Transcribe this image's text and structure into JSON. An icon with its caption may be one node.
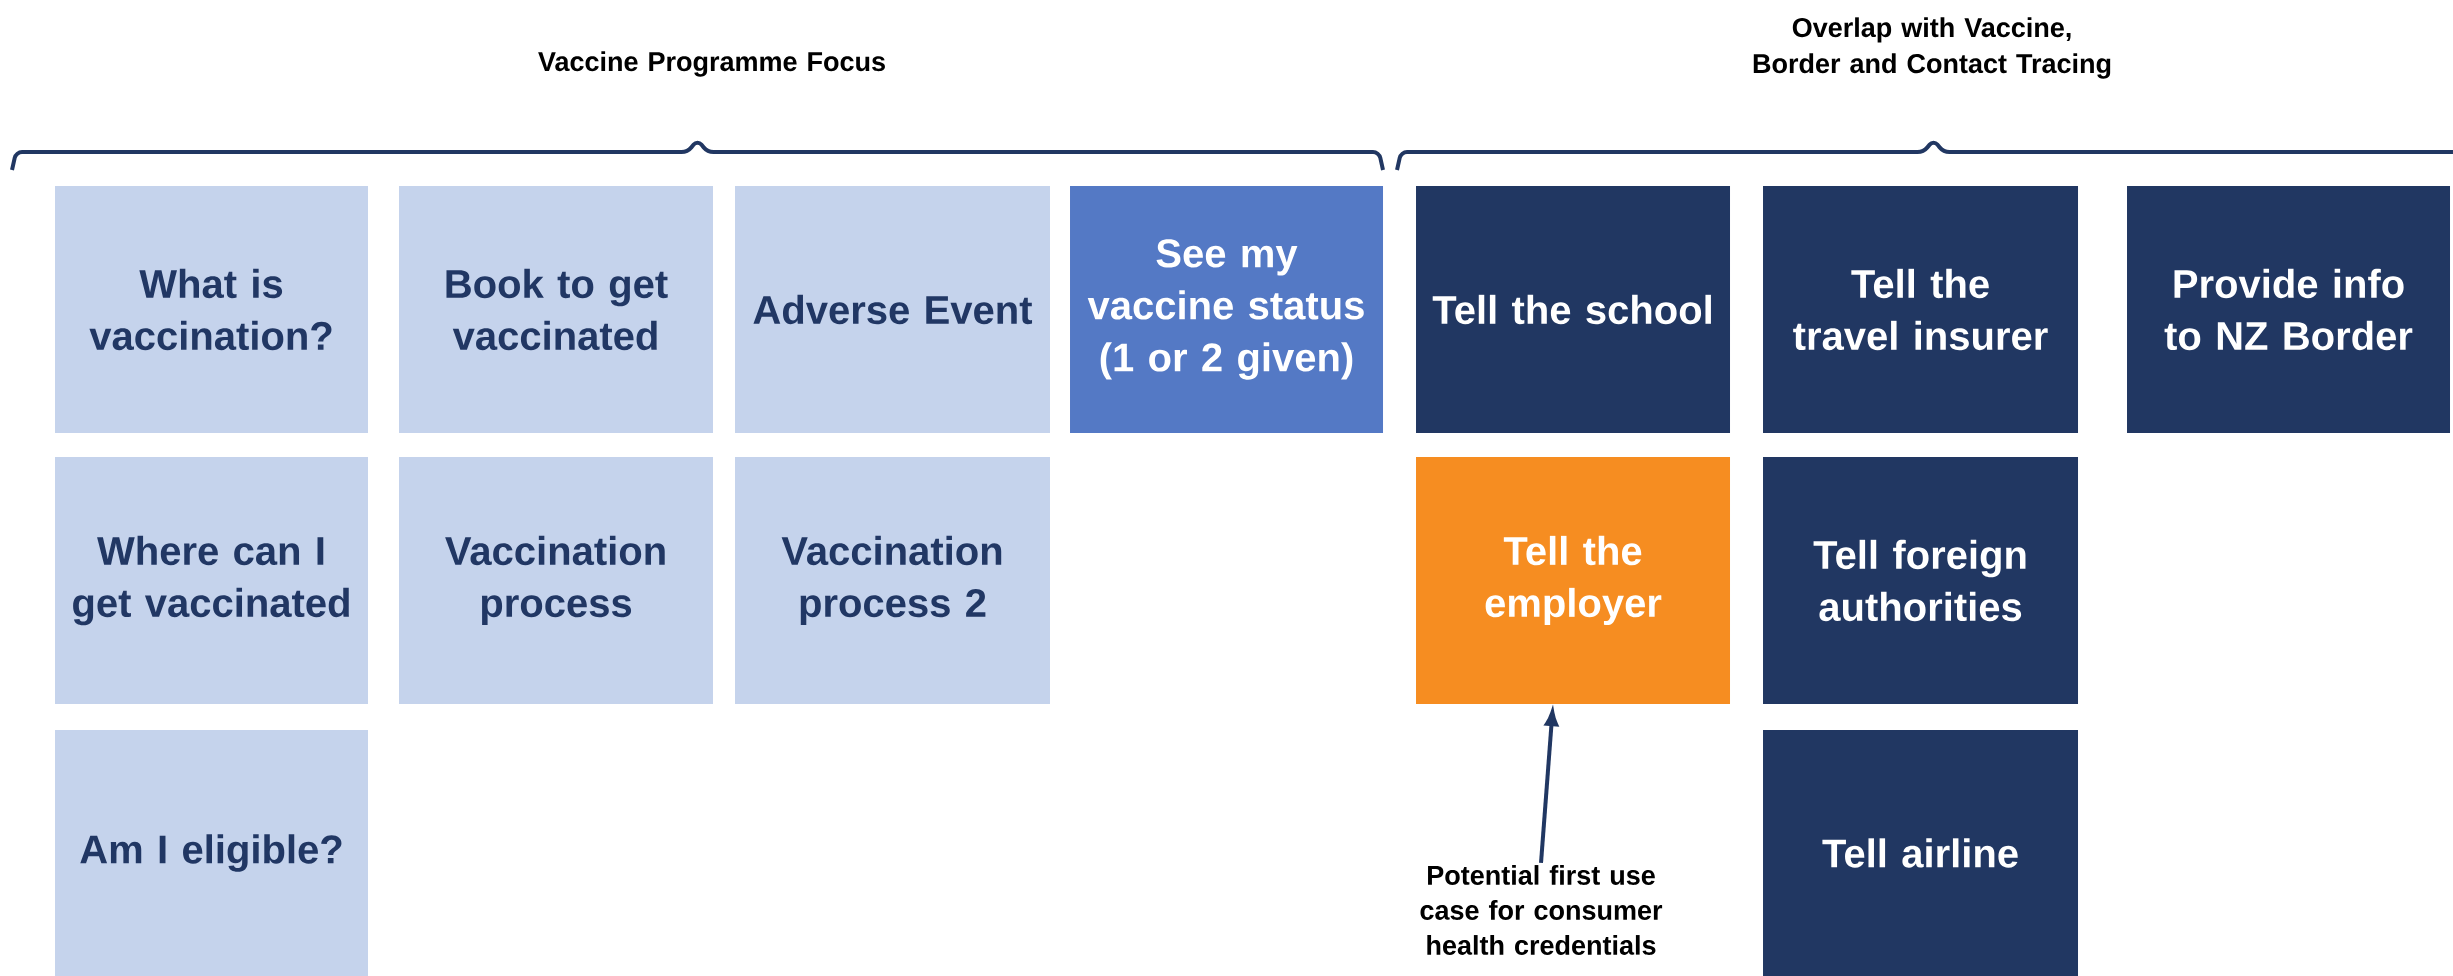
{
  "diagram": {
    "nodes": [
      {
        "text": [
          "What is vaccination?"
        ]
      },
      {
        "text": [
          "Book to get vaccinated"
        ]
      },
      {
        "text": [
          "Adverse Event"
        ]
      },
      {
        "text": [
          "See my vaccine status (1 or 2 given)"
        ]
      },
      {
        "text": [
          "Tell the school"
        ]
      },
      {
        "text": [
          "Tell the travel insurer"
        ]
      },
      {
        "text": [
          "Provide info to NZ Border"
        ]
      },
      {
        "text": [
          "Where can I get vaccinated"
        ]
      },
      {
        "text": [
          "Vaccination process"
        ]
      },
      {
        "text": [
          "Vaccination process 2"
        ]
      },
      {
        "text": [
          "Tell the employer"
        ]
      },
      {
        "text": [
          "Tell foreign authorities"
        ]
      },
      {
        "text": [
          "Am I eligible?"
        ]
      },
      {
        "text": [
          "Tell airline"
        ]
      },
      {
        "text": [
          "Potential first use case for consumer health credentials"
        ]
      }
    ],
    "edges": [
      {
        "from": 14,
        "to": 10,
        "arrow": "to"
      }
    ],
    "labels": [
      "Overlap with Vaccine, Border and Contact Tracing",
      "Vaccine Programme Focus"
    ]
  }
}
